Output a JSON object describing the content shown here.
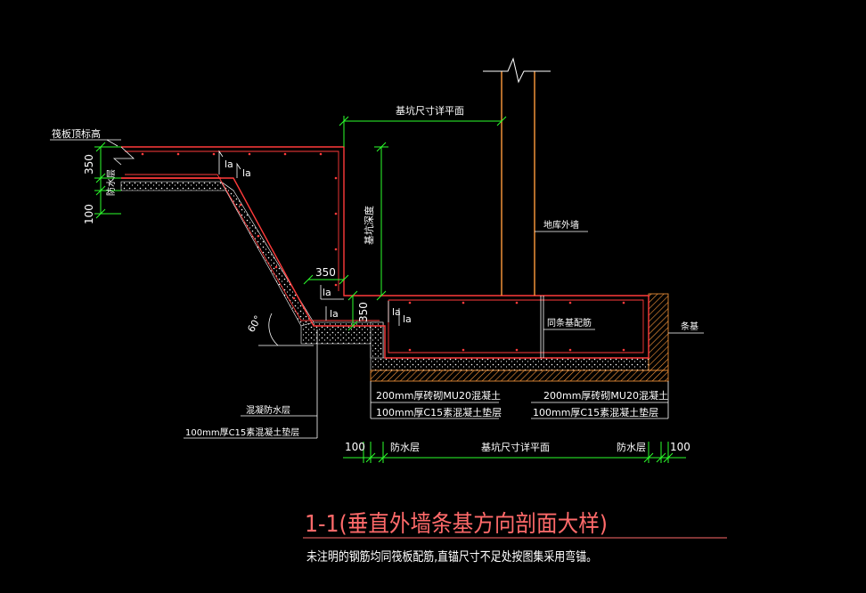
{
  "labels": {
    "raft_top_elev": "筏板顶标高",
    "dim_350_left": "350",
    "waterproof_vertical": "防水层",
    "dim_100_left": "100",
    "la_1": "la",
    "la_2": "la",
    "pit_plan_top": "基坑尺寸详平面",
    "pit_depth": "基坑深度",
    "dim_350_mid": "350",
    "la_3": "la",
    "la_4": "la",
    "dim_350_vert": "350",
    "la_5": "la",
    "la_6": "la",
    "angle": "60°",
    "basement_wall": "地库外墙",
    "same_rebar": "同条基配筋",
    "strip_foundation": "条基",
    "brick_left": "200mm厚砖砌MU20混凝土",
    "brick_right": "200mm厚砖砌MU20混凝土",
    "cushion_left": "100mm厚C15素混凝土垫层",
    "cushion_right": "100mm厚C15素混凝土垫层",
    "waterproof_slope": "混凝防水层",
    "cushion_slope": "100mm厚C15素混凝土垫层",
    "dim_100_b_left": "100",
    "waterproof_b_left": "防水层",
    "pit_plan_bottom": "基坑尺寸详平面",
    "waterproof_b_right": "防水层",
    "dim_100_b_right": "100"
  },
  "title": {
    "main": "1-1(垂直外墙条基方向剖面大样)",
    "note": "未注明的钢筋均同筏板配筋,直锚尺寸不足处按图集采用弯锚。"
  },
  "colors": {
    "background": "#000000",
    "concrete": "#ff3b3b",
    "wall": "#ff9a3c",
    "dimension": "#2cff2c",
    "leader": "#ffffff",
    "title": "#ff6a6a",
    "rebar_dot": "#ff3b3b"
  }
}
